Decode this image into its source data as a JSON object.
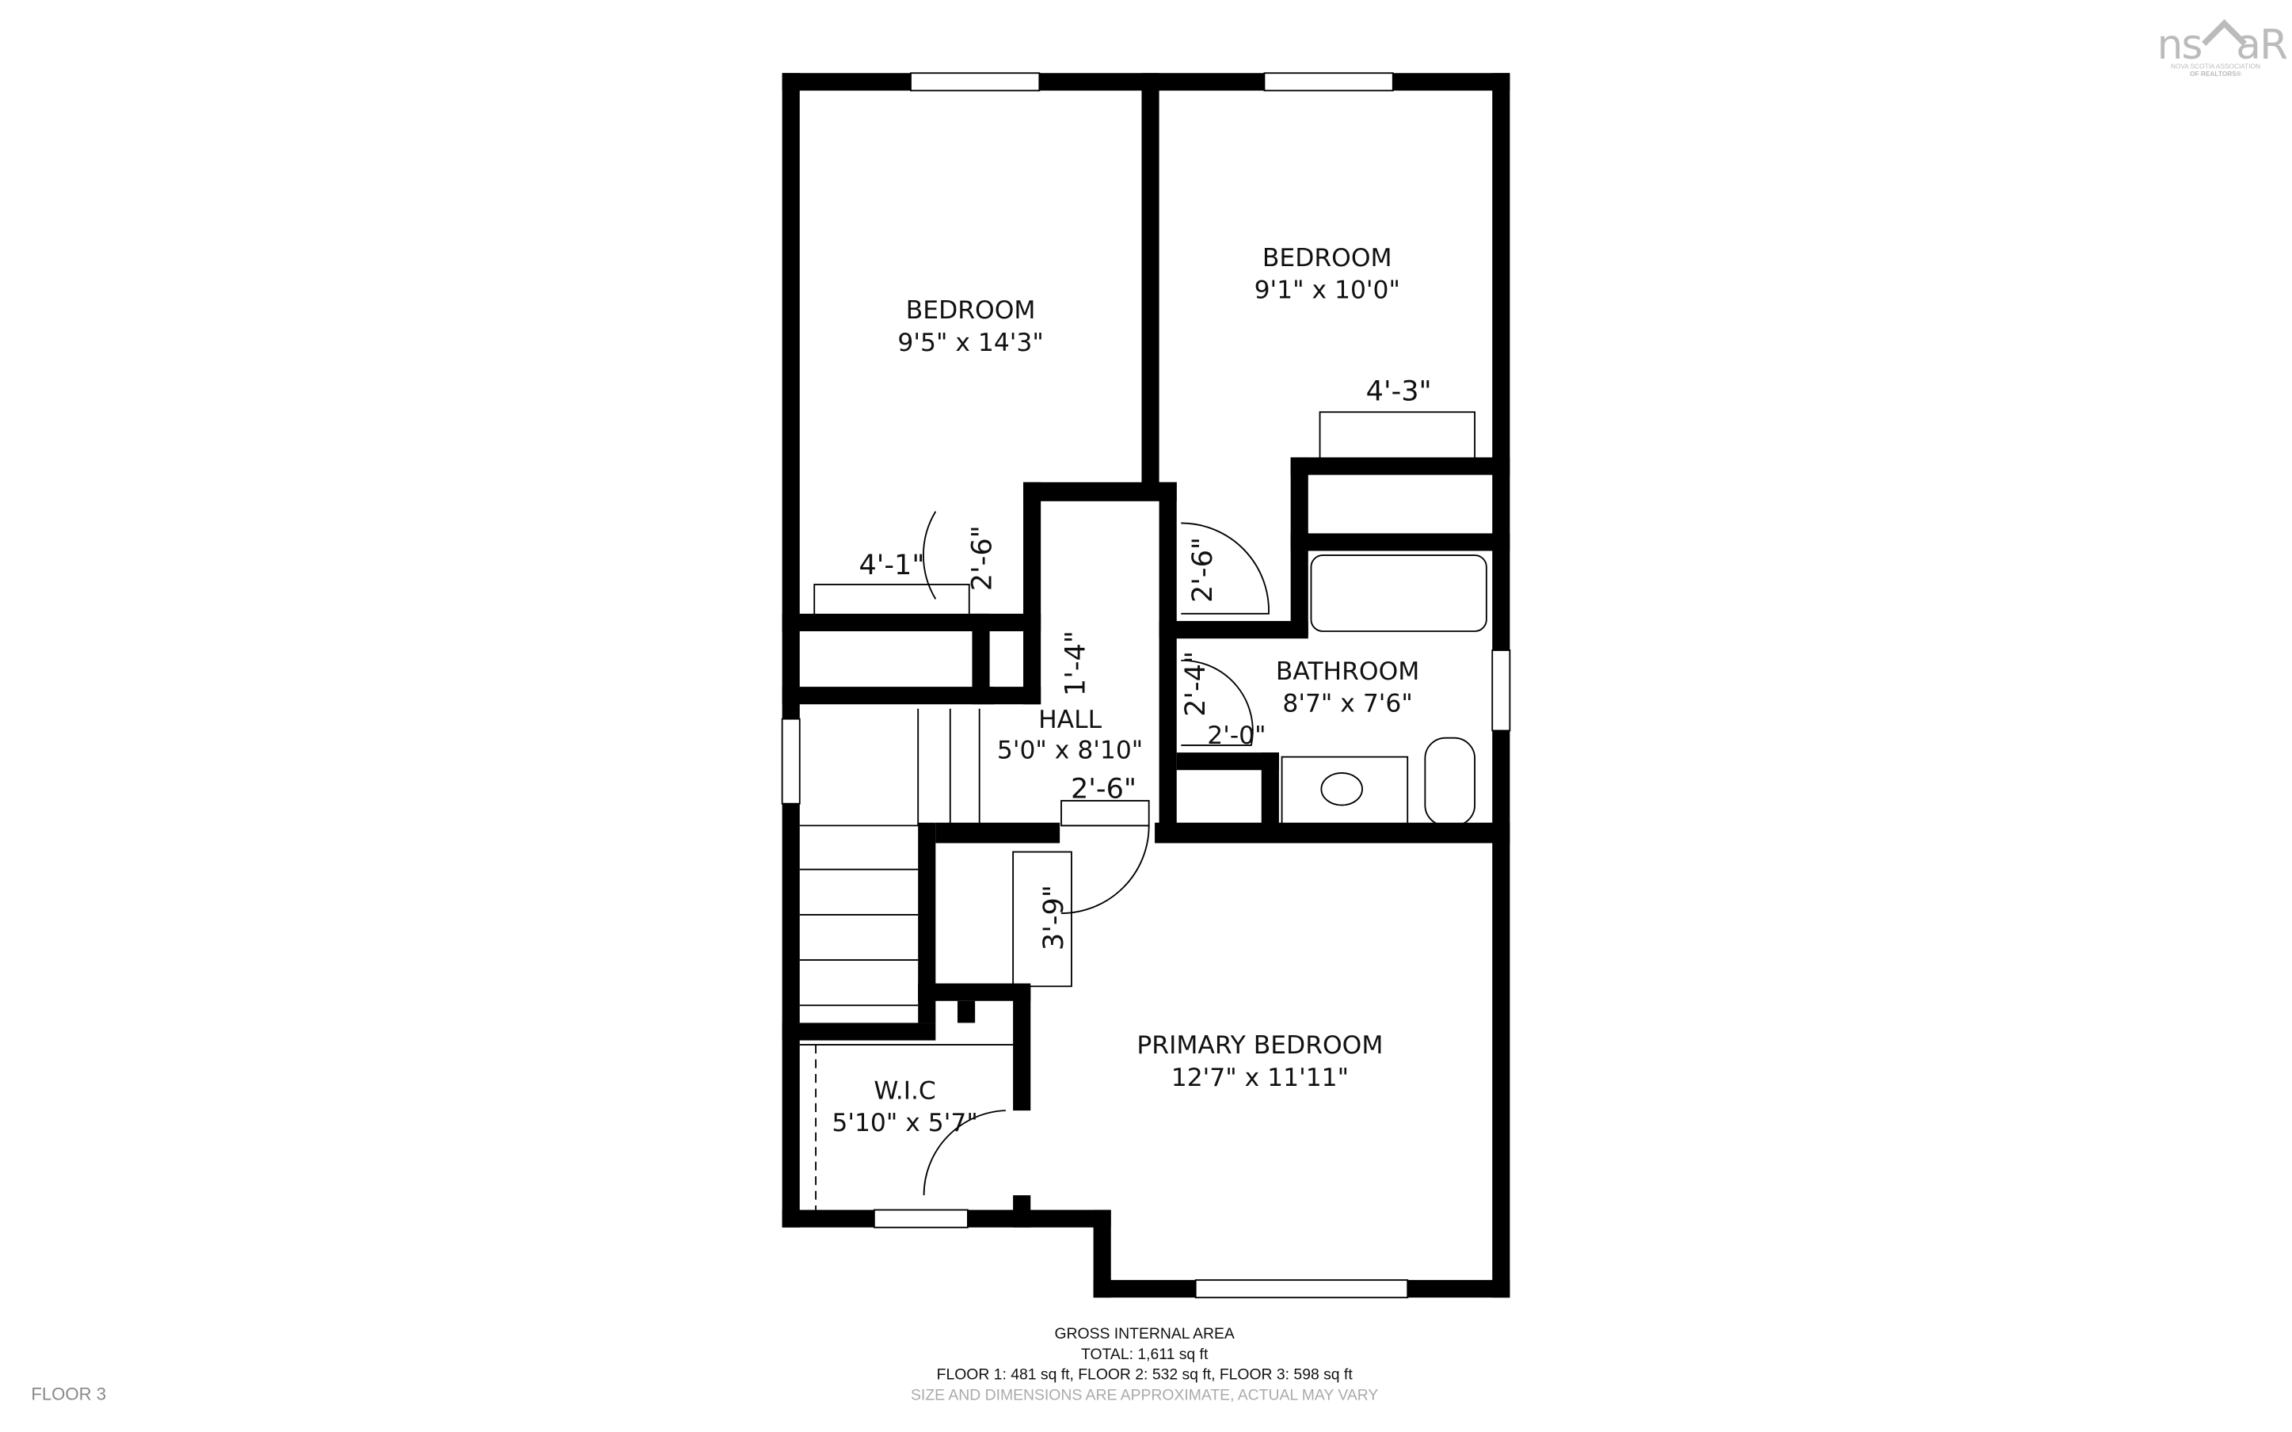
{
  "logo": {
    "text": "nsar",
    "subtitle_1": "NOVA SCOTIA ASSOCIATION",
    "subtitle_2": "OF REALTORS"
  },
  "floor_label": "FLOOR 3",
  "rooms": {
    "bedroom_left": {
      "name": "BEDROOM",
      "size": "9'5\" x 14'3\""
    },
    "bedroom_right": {
      "name": "BEDROOM",
      "size": "9'1\" x 10'0\""
    },
    "bathroom": {
      "name": "BATHROOM",
      "size": "8'7\" x 7'6\""
    },
    "hall": {
      "name": "HALL",
      "size": "5'0\" x 8'10\""
    },
    "primary_bedroom": {
      "name": "PRIMARY BEDROOM",
      "size": "12'7\" x 11'11\""
    },
    "wic": {
      "name": "W.I.C",
      "size": "5'10\" x 5'7\""
    }
  },
  "dimensions": {
    "closet_right": "4'-3\"",
    "closet_left": "4'-1\"",
    "door_bedroom_left": "2'-6\"",
    "door_bedroom_right": "2'-6\"",
    "door_hall_closet": "1'-4\"",
    "door_bath_closet_1": "2'-4\"",
    "door_bath_closet_2": "2'-0\"",
    "door_primary": "2'-6\"",
    "primary_closet": "3'-9\""
  },
  "footer": {
    "title": "GROSS INTERNAL AREA",
    "total": "TOTAL: 1,611 sq ft",
    "floors": "FLOOR 1: 481 sq ft, FLOOR 2: 532 sq ft, FLOOR 3: 598 sq ft",
    "disclaimer": "SIZE AND DIMENSIONS ARE APPROXIMATE, ACTUAL MAY VARY"
  },
  "colors": {
    "walls": "#000000",
    "background": "#ffffff",
    "disclaimer": "#aaaaaa",
    "logo": "#bbbbbb"
  }
}
